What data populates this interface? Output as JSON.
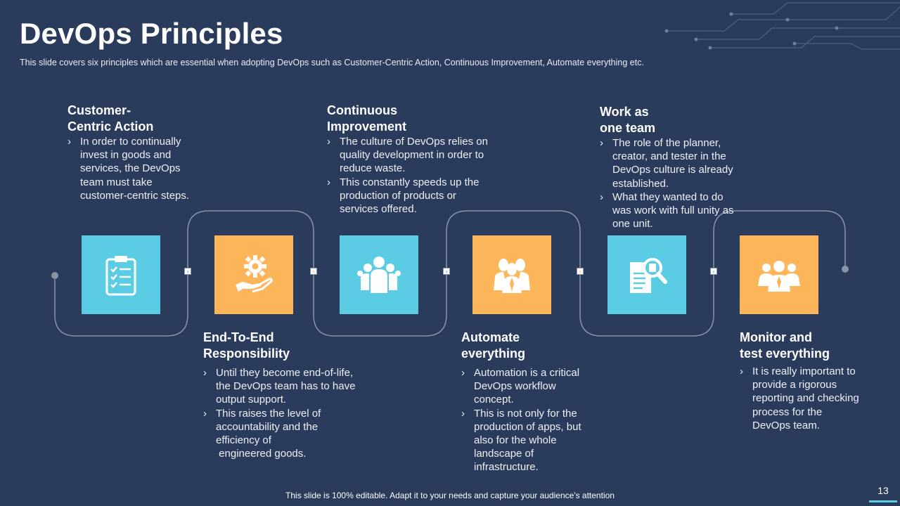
{
  "slide": {
    "title": "DevOps Principles",
    "subtitle": "This slide covers six principles which are essential when adopting DevOps such as Customer-Centric  Action, Continuous Improvement,  Automate everything etc.",
    "footer": "This slide is 100% editable. Adapt it to your needs and capture your audience's attention",
    "page_number": "13"
  },
  "colors": {
    "background": "#2b3b5c",
    "blue_tile": "#5acde4",
    "orange_tile": "#fdb55a",
    "path_line": "#8a94a8"
  },
  "principles": [
    {
      "title": [
        "Customer-",
        "Centric Action"
      ],
      "icon": "clipboard-checklist-icon",
      "tile_color": "blue",
      "bullets": [
        [
          "In order to continually",
          "invest in goods and",
          "services, the DevOps",
          "team must take",
          "customer-centric steps."
        ]
      ]
    },
    {
      "title": [
        "End-To-End",
        "Responsibility"
      ],
      "icon": "gear-hand-icon",
      "tile_color": "orange",
      "bullets": [
        [
          "Until they become end-of-life,",
          "the DevOps team has to have",
          "output support."
        ],
        [
          "This raises the level of",
          "accountability and the",
          "efficiency of",
          " engineered goods."
        ]
      ]
    },
    {
      "title": [
        "Continuous",
        "Improvement"
      ],
      "icon": "team-group-icon",
      "tile_color": "blue",
      "bullets": [
        [
          "The culture of DevOps relies on",
          "quality development in order to",
          "reduce waste."
        ],
        [
          "This constantly speeds up the",
          "production of products or",
          "services offered."
        ]
      ]
    },
    {
      "title": [
        "Automate",
        "everything"
      ],
      "icon": "team-suits-icon",
      "tile_color": "orange",
      "bullets": [
        [
          "Automation is a critical",
          "DevOps workflow",
          "concept."
        ],
        [
          "This is not only for the",
          "production of apps, but",
          "also for the whole",
          "landscape of",
          "infrastructure."
        ]
      ]
    },
    {
      "title": [
        "Work as",
        "one team"
      ],
      "icon": "document-search-icon",
      "tile_color": "blue",
      "bullets": [
        [
          "The role of the planner,",
          "creator, and tester in the",
          "DevOps culture is already",
          "established."
        ],
        [
          "What they wanted to do",
          "was work with full unity as",
          "one unit."
        ]
      ]
    },
    {
      "title": [
        "Monitor and",
        "test everything"
      ],
      "icon": "business-team-icon",
      "tile_color": "orange",
      "bullets": [
        [
          "It is really important to",
          "provide a rigorous",
          "reporting and checking",
          "process for the",
          "DevOps team."
        ]
      ]
    }
  ]
}
